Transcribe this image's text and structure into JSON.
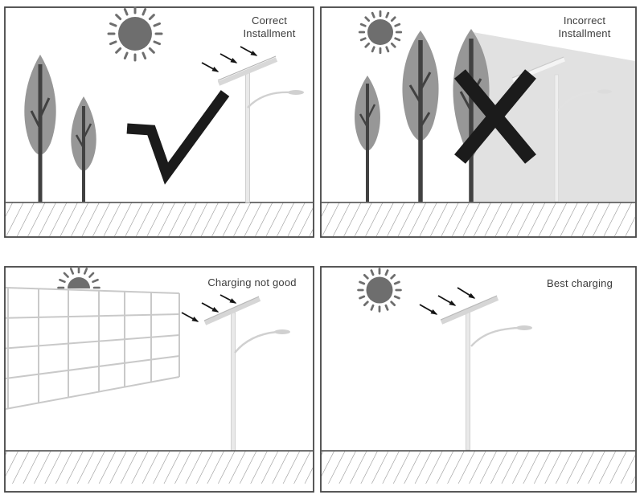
{
  "panels": {
    "top_left": {
      "caption": [
        "Correct",
        "Installment"
      ],
      "verdict": "check",
      "icons": [
        "sun-icon",
        "tree-icon",
        "tree-icon",
        "check-mark-icon",
        "solar-street-light",
        "sunlight-arrows",
        "ground-hatch"
      ]
    },
    "top_right": {
      "caption": [
        "Incorrect",
        "Installment"
      ],
      "verdict": "cross",
      "icons": [
        "sun-icon",
        "tree-icon",
        "tree-icon",
        "tree-icon",
        "tree-shadow",
        "x-mark-icon",
        "solar-street-light",
        "ground-hatch"
      ]
    },
    "bottom_left": {
      "caption": [
        "Charging not good"
      ],
      "verdict": "poor-charging",
      "icons": [
        "half-sun-icon",
        "wall-grid",
        "solar-street-light",
        "sunlight-arrows",
        "ground-hatch"
      ]
    },
    "bottom_right": {
      "caption": [
        "Best charging"
      ],
      "verdict": "best-charging",
      "icons": [
        "sun-icon",
        "solar-street-light",
        "sunlight-arrows",
        "ground-hatch"
      ]
    }
  },
  "colors": {
    "panel_border": "#454545",
    "text": "#3b3b3b",
    "sun": "#6e6e6e",
    "foliage": "#979797",
    "trunk": "#414141",
    "mark": "#1b1b1b",
    "shadow": "#e1e1e1",
    "pole": "#e9e9e9",
    "hatch_line": "#8d8d8d"
  }
}
